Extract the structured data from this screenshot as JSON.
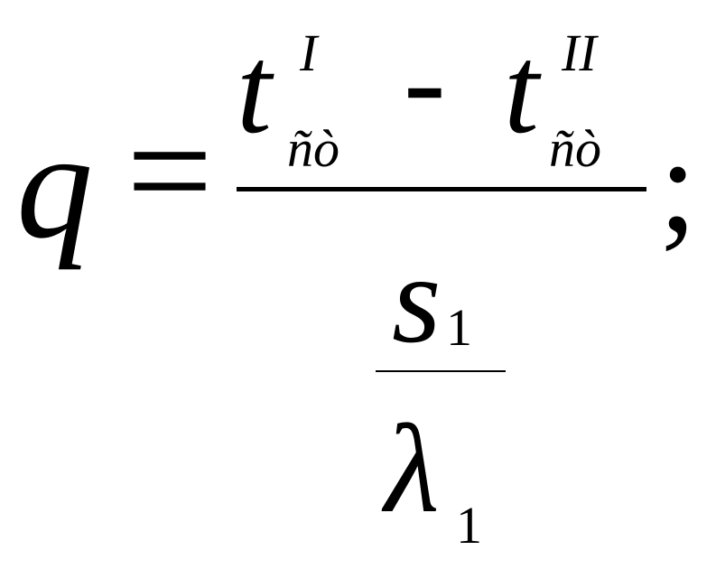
{
  "formula": {
    "lhs": "q",
    "equals": "=",
    "numerator": {
      "term1": {
        "base": "t",
        "superscript": "I",
        "subscript": "ñò"
      },
      "operator": "-",
      "term2": {
        "base": "t",
        "superscript": "II",
        "subscript": "ñò"
      }
    },
    "denominator": {
      "numerator": {
        "base": "s",
        "subscript": "1"
      },
      "denominator": {
        "base": "λ",
        "subscript": "1"
      }
    },
    "terminator": ";"
  }
}
